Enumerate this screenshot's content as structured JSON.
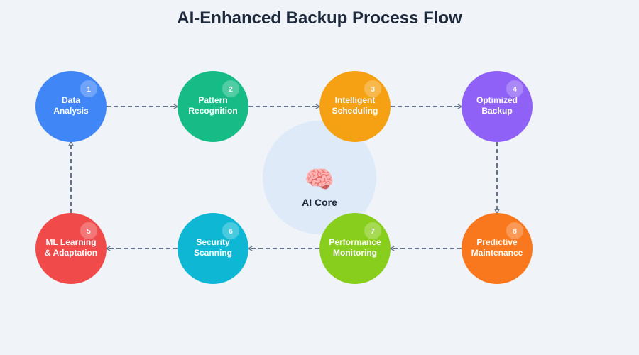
{
  "title": "AI-Enhanced Backup Process Flow",
  "colors": {
    "background": "#f0f4f9",
    "title": "#1e293b",
    "connector": "#64748b",
    "core_fill": "#dbe7f8",
    "node_text": "#ffffff"
  },
  "core": {
    "label": "AI Core",
    "icon": "brain-icon",
    "icon_glyph": "🧠"
  },
  "nodes": [
    {
      "step": "1",
      "lines": [
        "Data",
        "Analysis"
      ],
      "color": "#3b82f6"
    },
    {
      "step": "2",
      "lines": [
        "Pattern",
        "Recognition"
      ],
      "color": "#10b981"
    },
    {
      "step": "3",
      "lines": [
        "Intelligent",
        "Scheduling"
      ],
      "color": "#f59e0b"
    },
    {
      "step": "4",
      "lines": [
        "Optimized",
        "Backup"
      ],
      "color": "#8b5cf6"
    },
    {
      "step": "5",
      "lines": [
        "ML Learning",
        "& Adaptation"
      ],
      "color": "#ef4444"
    },
    {
      "step": "6",
      "lines": [
        "Security",
        "Scanning"
      ],
      "color": "#06b6d4"
    },
    {
      "step": "7",
      "lines": [
        "Performance",
        "Monitoring"
      ],
      "color": "#84cc16"
    },
    {
      "step": "8",
      "lines": [
        "Predictive",
        "Maintenance"
      ],
      "color": "#f97316"
    }
  ],
  "connections": [
    {
      "from": "1",
      "to": "2"
    },
    {
      "from": "2",
      "to": "3"
    },
    {
      "from": "3",
      "to": "4"
    },
    {
      "from": "4",
      "to": "8"
    },
    {
      "from": "8",
      "to": "7"
    },
    {
      "from": "7",
      "to": "6"
    },
    {
      "from": "6",
      "to": "5"
    },
    {
      "from": "5",
      "to": "1"
    }
  ]
}
